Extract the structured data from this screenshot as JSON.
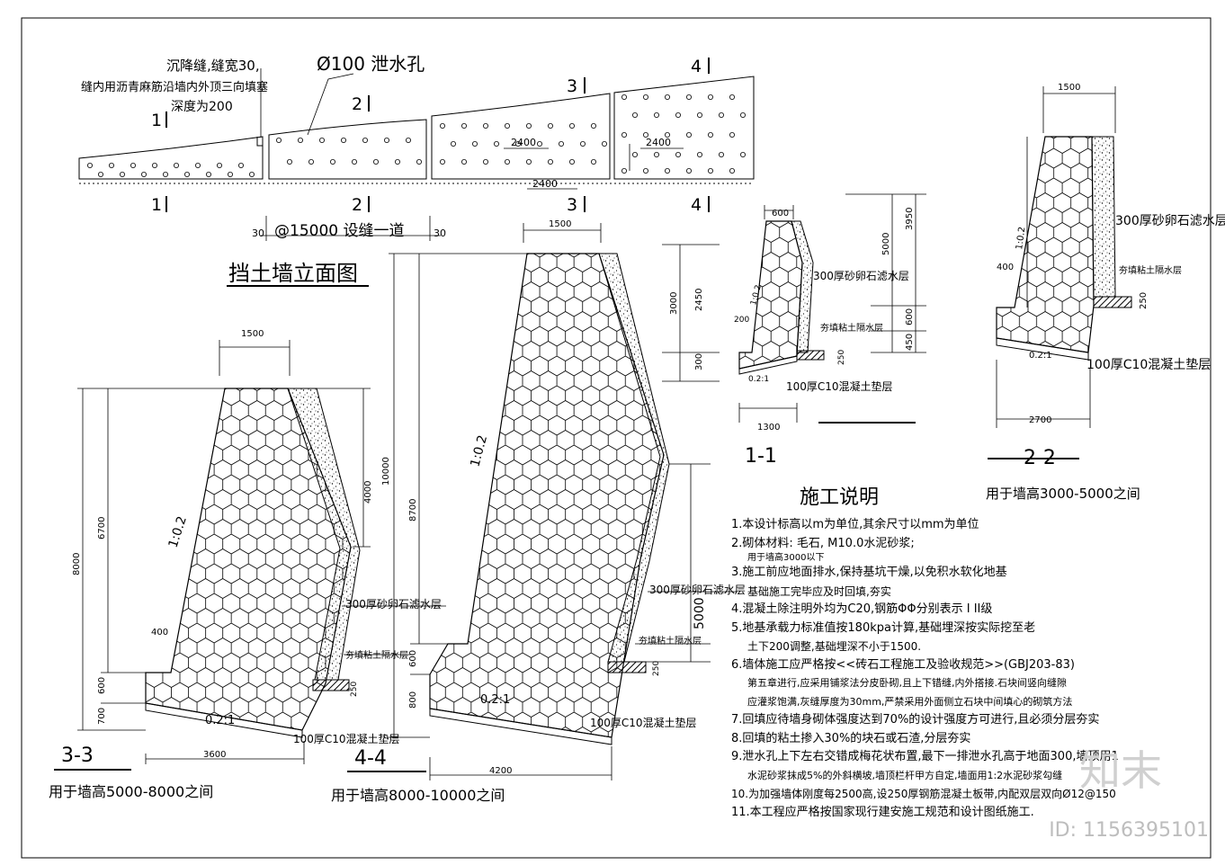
{
  "elevation": {
    "title": "挡土墙立面图",
    "settlement_joint": "沉降缝,缝宽30,",
    "joint_fill": "缝内用沥青麻筋沿墙内外顶三向填塞",
    "joint_depth": "深度为200",
    "weep_hole": "Ø100 泄水孔",
    "joint_spacing": "@15000 设缝一道",
    "dim_30a": "30",
    "dim_30b": "30",
    "dim_2400": "2400",
    "section_marks": [
      "1",
      "2",
      "3",
      "4"
    ]
  },
  "sections": {
    "s11": {
      "label": "1-1",
      "top": "600",
      "fill_layer": "300厚砂卵石滤水层",
      "clay_layer": "夯填粘土隔水层",
      "base": "100厚C10混凝土垫层",
      "slope": "1:0.2",
      "base_slope": "0.2:1",
      "d200": "200",
      "d250": "250",
      "width": "1300",
      "h5000": "5000",
      "h3950": "3950",
      "h600": "600",
      "h450": "450",
      "h2450": "2450",
      "h3000": "3000",
      "h300": "300"
    },
    "s22": {
      "label": "2-2",
      "usage": "用于墙高3000-5000之间",
      "top": "1500",
      "fill_layer": "300厚砂卵石滤水层",
      "clay_layer": "夯填粘土隔水层",
      "base": "100厚C10混凝土垫层",
      "slope": "1:0.2",
      "base_slope": "0.2:1",
      "d400": "400",
      "d250": "250",
      "width": "2700"
    },
    "s33": {
      "label": "3-3",
      "usage": "用于墙高5000-8000之间",
      "top": "1500",
      "fill_layer": "300厚砂卵石滤水层",
      "clay_layer": "夯填粘土隔水层",
      "base": "100厚C10混凝土垫层",
      "slope": "1:0.2",
      "base_slope": "0.2:1",
      "d400": "400",
      "d250": "250",
      "h8000": "8000",
      "h6700": "6700",
      "h600": "600",
      "h700": "700",
      "h4000": "4000",
      "width": "3600"
    },
    "s44": {
      "label": "4-4",
      "usage": "用于墙高8000-10000之间",
      "top": "1500",
      "fill_layer": "300厚砂卵石滤水层",
      "clay_layer": "夯填粘土隔水层",
      "base": "100厚C10混凝土垫层",
      "slope": "1:0.2",
      "base_slope": "0.2:1",
      "d250": "250",
      "h10000": "10000",
      "h8700": "8700",
      "h600": "600",
      "h800": "800",
      "h5000": "5000",
      "width": "4200"
    }
  },
  "notes": {
    "title": "施工说明",
    "lines": [
      "1.本设计标高以m为单位,其余尺寸以mm为单位",
      "2.砌体材料: 毛石, M10.0水泥砂浆;",
      "用于墙高3000以下",
      "3.施工前应地面排水,保持基坑干燥,以免积水软化地基",
      "基础施工完毕应及时回填,夯实",
      "4.混凝土除注明外均为C20,钢筋ΦΦ分别表示 I II级",
      "5.地基承载力标准值按180kpa计算,基础埋深按实际挖至老",
      "土下200调整,基础埋深不小于1500.",
      "6.墙体施工应严格按<<砖石工程施工及验收规范>>(GBJ203-83)",
      "第五章进行,应采用铺浆法分皮卧砌,且上下错缝,内外搭接.石块间竖向缝隙",
      "应灌浆饱满,灰缝厚度为30mm,严禁采用外面侧立石块中间填心的砌筑方法",
      "7.回填应待墙身砌体强度达到70%的设计强度方可进行,且必须分层夯实",
      "8.回填的粘土掺入30%的块石或石渣,分层夯实",
      "9.泄水孔上下左右交错成梅花状布置,最下一排泄水孔高于地面300,墙顶用1",
      "水泥砂浆抹成5%的外斜横坡,墙顶栏杆甲方自定,墙面用1:2水泥砂浆勾缝",
      "10.为加强墙体刚度每2500高,设250厚钢筋混凝土板带,内配双层双向Ø12@150",
      "11.本工程应严格按国家现行建安施工规范和设计图纸施工."
    ]
  },
  "watermark": {
    "id": "ID: 1156395101",
    "logo": "知末"
  }
}
